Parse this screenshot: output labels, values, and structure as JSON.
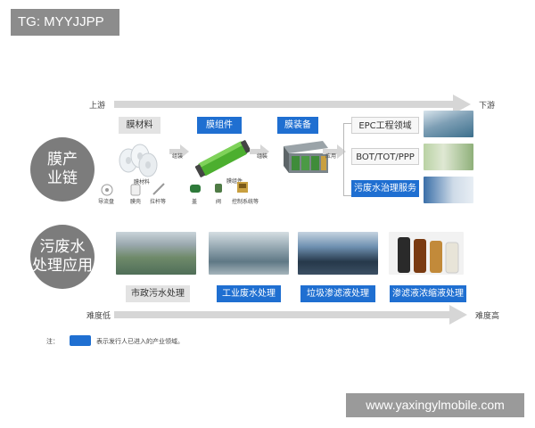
{
  "watermark_top": "TG: MYYJJPP",
  "watermark_bottom": "www.yaxingylmobile.com",
  "top_axis": {
    "start": "上游",
    "end": "下游"
  },
  "bottom_axis": {
    "start": "难度低",
    "end": "难度高"
  },
  "chain_circle": {
    "line1": "膜产",
    "line2": "业链"
  },
  "app_circle": {
    "line1": "污废水",
    "line2": "处理应用"
  },
  "stages": {
    "material": "膜材料",
    "module": "膜组件",
    "equipment": "膜装备"
  },
  "material_parts": {
    "roll": "膜材料",
    "guide": "导流盘",
    "shell": "膜壳",
    "rod": "拉杆等"
  },
  "module_parts": {
    "module": "膜组件",
    "cover": "盖",
    "valve": "阀",
    "control": "控制系统等"
  },
  "arrows": {
    "assemble1": "组装",
    "assemble2": "组装",
    "apply": "应用"
  },
  "services": [
    "EPC工程领域",
    "BOT/TOT/PPP",
    "污废水治理服务"
  ],
  "applications": [
    "市政污水处理",
    "工业废水处理",
    "垃圾渗滤液处理",
    "渗滤液浓缩液处理"
  ],
  "legend": {
    "note": "注：",
    "text": "表示发行人已进入的产业领域。"
  },
  "colors": {
    "accent": "#1f6fd1",
    "gray_circle": "#7c7c7c",
    "arrow": "#d6d6d6"
  }
}
